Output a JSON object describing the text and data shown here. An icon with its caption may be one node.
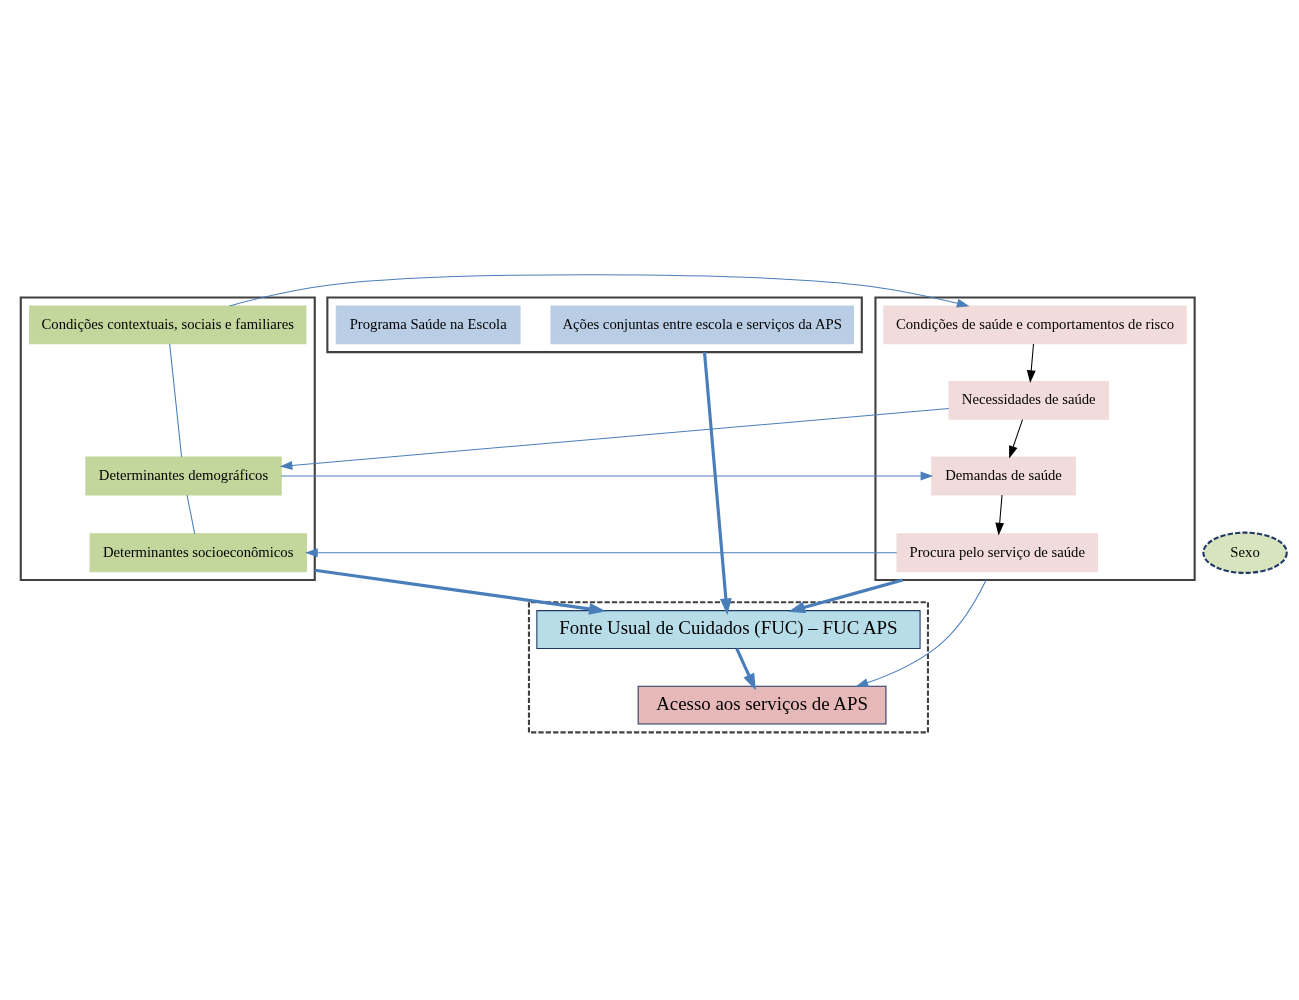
{
  "diagram": {
    "nodes": [
      {
        "text": [],
        "shape": "box"
      },
      {
        "text": [
          "Condições contextuais, sociais e familiares"
        ],
        "in": 0
      },
      {
        "text": [
          "Determinantes demográficos"
        ],
        "in": 0
      },
      {
        "text": [
          "Determinantes socioeconômicos"
        ],
        "in": 0
      },
      {
        "text": [],
        "shape": "box"
      },
      {
        "text": [
          "Condições de saúde e comportamentos de risco"
        ],
        "in": 4
      },
      {
        "text": [
          "Necessidades de saúde"
        ],
        "in": 4
      },
      {
        "text": [
          "Demandas de saúde"
        ],
        "in": 4
      },
      {
        "text": [
          "Procura pelo serviço de saúde"
        ],
        "in": 4
      },
      {
        "text": [],
        "shape": "box"
      },
      {
        "text": [
          "Programa Saúde na Escola"
        ],
        "in": 9
      },
      {
        "text": [
          "Ações conjuntas entre escola e serviços da APS"
        ],
        "in": 9
      },
      {
        "text": [
          "Sexo"
        ]
      },
      {
        "text": [],
        "shape": "box"
      },
      {
        "text": [
          "Fonte Usual de Cuidados (FUC) – FUC APS"
        ],
        "in": 13
      },
      {
        "text": [
          "Acesso aos serviços de APS"
        ],
        "in": 13
      }
    ],
    "edges": [
      {
        "from": 1,
        "to": 2,
        "arrow": "none"
      },
      {
        "from": 2,
        "to": 3,
        "arrow": "none"
      },
      {
        "from": 1,
        "to": 5,
        "arrow": "to"
      },
      {
        "from": 6,
        "to": 2,
        "arrow": "to"
      },
      {
        "from": 2,
        "to": 7,
        "arrow": "to"
      },
      {
        "from": 8,
        "to": 3,
        "arrow": "to"
      },
      {
        "from": 5,
        "to": 6,
        "arrow": "to",
        "color": "#000000"
      },
      {
        "from": 6,
        "to": 7,
        "arrow": "to",
        "color": "#000000"
      },
      {
        "from": 7,
        "to": 8,
        "arrow": "to",
        "color": "#000000"
      },
      {
        "from": 0,
        "to": 14,
        "arrow": "to",
        "style": "thick"
      },
      {
        "from": 4,
        "to": 14,
        "arrow": "to",
        "style": "thick"
      },
      {
        "from": 4,
        "to": 15,
        "arrow": "to"
      },
      {
        "from": 9,
        "to": 14,
        "arrow": "to",
        "style": "thick"
      },
      {
        "from": 14,
        "to": 15,
        "arrow": "to",
        "style": "thick"
      }
    ]
  }
}
